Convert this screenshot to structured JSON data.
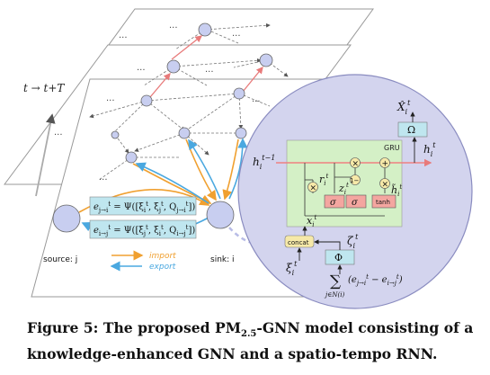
{
  "diagram": {
    "time_label": "t → t+T",
    "ellipsis": "...",
    "source_label": "source: j",
    "sink_label": "sink: i",
    "eq_top": "e",
    "eq_top_full": "e^t_{j→i} = Ψ([ξ^t_i, ξ^t_j, Q^t_{j→i}])",
    "eq_bottom_full": "e^t_{i→j} = Ψ([ξ^t_j, ξ^t_i, Q^t_{i→j}])",
    "legend": [
      {
        "label": "import",
        "color": "#f0a030"
      },
      {
        "label": "export",
        "color": "#4aa8e0"
      }
    ],
    "gru": {
      "title": "GRU",
      "sigma": "σ",
      "tanh": "tanh",
      "times": "×",
      "plus": "+",
      "one_minus": "1−",
      "concat": "concat",
      "phi": "Φ",
      "omega": "Ω"
    },
    "colors": {
      "circle_fill": "#cfd0ea",
      "gru_fill": "#d4f0c6",
      "red_line": "#f08080",
      "import": "#f0a030",
      "export": "#4aa8e0",
      "node_fill": "#c8cef0",
      "box_fill": "#bfe6ef",
      "gate_fill": "#f4a6a0",
      "concat_fill": "#f6e9a8"
    }
  },
  "caption": {
    "line1_prefix": "Figure 5: The proposed PM",
    "sub": "2.5",
    "line1_suffix": "-GNN model consisting of a",
    "line2": "knowledge-enhanced GNN and a spatio-tempo RNN."
  }
}
